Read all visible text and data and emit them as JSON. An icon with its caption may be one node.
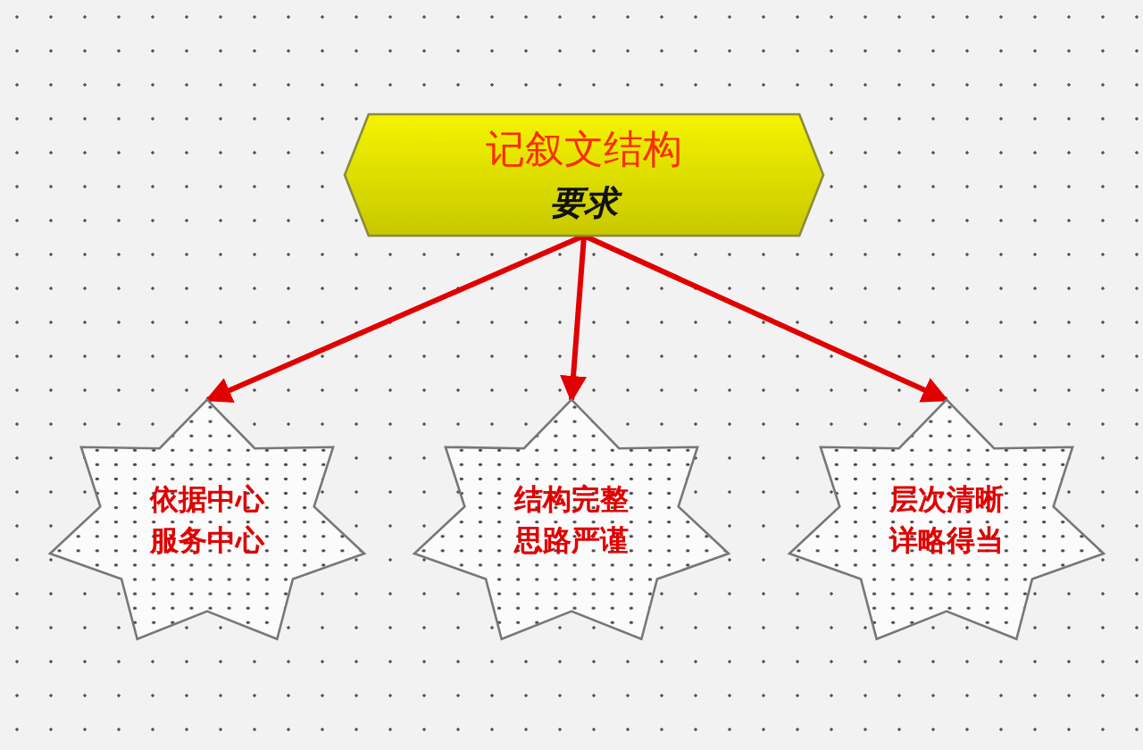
{
  "diagram": {
    "nodes": [
      {
        "text": [
          "记叙文结构",
          "要求"
        ]
      },
      {
        "text": [
          "依据中心服务中心"
        ]
      },
      {
        "text": [
          "结构完整思路严谨"
        ]
      },
      {
        "text": [
          "层次清晰详略得当"
        ]
      }
    ],
    "edges": [
      {
        "from": 0,
        "to": 1,
        "arrow": "to"
      },
      {
        "from": 0,
        "to": 2,
        "arrow": "to"
      },
      {
        "from": 0,
        "to": 3,
        "arrow": "to"
      }
    ]
  }
}
